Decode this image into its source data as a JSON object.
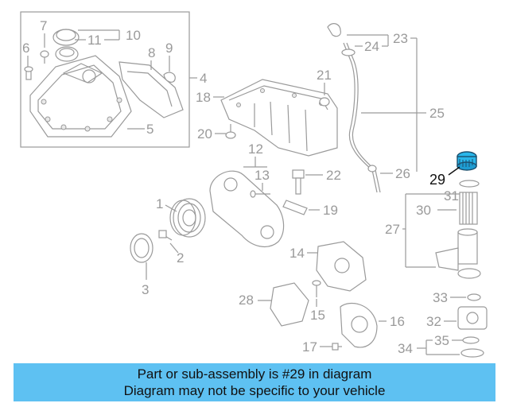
{
  "callouts": {
    "c1": "1",
    "c2": "2",
    "c3": "3",
    "c4": "4",
    "c5": "5",
    "c6": "6",
    "c7": "7",
    "c8": "8",
    "c9": "9",
    "c10": "10",
    "c11": "11",
    "c12": "12",
    "c13": "13",
    "c14": "14",
    "c15": "15",
    "c16": "16",
    "c17": "17",
    "c18": "18",
    "c19": "19",
    "c20": "20",
    "c21": "21",
    "c22": "22",
    "c23": "23",
    "c24": "24",
    "c25": "25",
    "c26": "26",
    "c27": "27",
    "c28": "28",
    "c29": "29",
    "c30": "30",
    "c31": "31",
    "c32": "32",
    "c33": "33",
    "c34": "34",
    "c35": "35"
  },
  "highlight": {
    "part_number": "29",
    "color": "#29b6ea"
  },
  "banner": {
    "line1": "Part or sub-assembly is #29 in diagram",
    "line2": "Diagram may not be specific to your vehicle",
    "color": "#5ec1f2"
  }
}
